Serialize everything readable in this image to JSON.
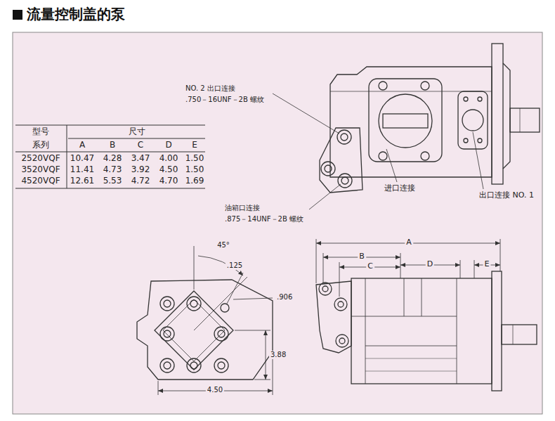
{
  "diagram": {
    "title": "流量控制盖的泵",
    "labels": [
      "NO. 2 出口连接",
      ".750－16UNF－2B 螺纹",
      "进口连接",
      "出口连接 NO. 1",
      "油箱口连接",
      ".875－14UNF－2B 螺纹",
      "型号",
      "系列",
      "尺寸",
      "A",
      "B",
      "C",
      "D",
      "E",
      "2520VQF",
      "10.47",
      "4.28",
      "3.47",
      "4.00",
      "1.50",
      "3520VQF",
      "11.41",
      "4.73",
      "3.92",
      "4.50",
      "1.50",
      "4520VQF",
      "12.61",
      "5.53",
      "4.72",
      "4.70",
      "1.69",
      "45°",
      ".125",
      ".906",
      "3.88",
      "4.50",
      "A",
      "B",
      "C",
      "D",
      "E"
    ]
  }
}
